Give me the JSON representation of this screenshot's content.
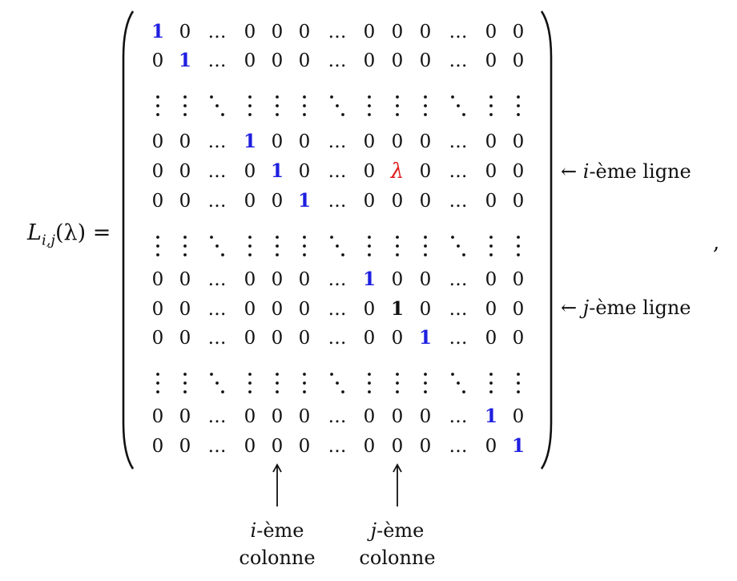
{
  "lhs": {
    "symbol": "L",
    "subscript": "i,j",
    "argument": "(λ)",
    "equals": "="
  },
  "matrix": {
    "rows": [
      [
        "1",
        "0",
        "…",
        "0",
        "0",
        "0",
        "…",
        "0",
        "0",
        "0",
        "…",
        "0",
        "0"
      ],
      [
        "0",
        "1",
        "…",
        "0",
        "0",
        "0",
        "…",
        "0",
        "0",
        "0",
        "…",
        "0",
        "0"
      ],
      [
        ":",
        ":",
        "⋱",
        ":",
        ":",
        ":",
        "⋱",
        ":",
        ":",
        ":",
        "⋱",
        ":",
        ":"
      ],
      [
        "0",
        "0",
        "…",
        "1",
        "0",
        "0",
        "…",
        "0",
        "0",
        "0",
        "…",
        "0",
        "0"
      ],
      [
        "0",
        "0",
        "…",
        "0",
        "1",
        "0",
        "…",
        "0",
        "λ",
        "0",
        "…",
        "0",
        "0"
      ],
      [
        "0",
        "0",
        "…",
        "0",
        "0",
        "1",
        "…",
        "0",
        "0",
        "0",
        "…",
        "0",
        "0"
      ],
      [
        ":",
        ":",
        "⋱",
        ":",
        ":",
        ":",
        "⋱",
        ":",
        ":",
        ":",
        "⋱",
        ":",
        ":"
      ],
      [
        "0",
        "0",
        "…",
        "0",
        "0",
        "0",
        "…",
        "1",
        "0",
        "0",
        "…",
        "0",
        "0"
      ],
      [
        "0",
        "0",
        "…",
        "0",
        "0",
        "0",
        "…",
        "0",
        "1",
        "0",
        "…",
        "0",
        "0"
      ],
      [
        "0",
        "0",
        "…",
        "0",
        "0",
        "0",
        "…",
        "0",
        "0",
        "1",
        "…",
        "0",
        "0"
      ],
      [
        ":",
        ":",
        "⋱",
        ":",
        ":",
        ":",
        "⋱",
        ":",
        ":",
        ":",
        "⋱",
        ":",
        ":"
      ],
      [
        "0",
        "0",
        "…",
        "0",
        "0",
        "0",
        "…",
        "0",
        "0",
        "0",
        "…",
        "1",
        "0"
      ],
      [
        "0",
        "0",
        "…",
        "0",
        "0",
        "0",
        "…",
        "0",
        "0",
        "0",
        "…",
        "0",
        "1"
      ]
    ],
    "blue_cells": [
      [
        0,
        0
      ],
      [
        1,
        1
      ],
      [
        3,
        3
      ],
      [
        4,
        4
      ],
      [
        5,
        5
      ],
      [
        7,
        7
      ],
      [
        9,
        9
      ],
      [
        11,
        11
      ],
      [
        12,
        12
      ]
    ],
    "black_bold_cells": [
      [
        8,
        8
      ]
    ],
    "red_cells": [
      [
        4,
        8
      ]
    ],
    "colors": {
      "diagonal": "#1f1fe0",
      "lambda": "#e01a1a",
      "text": "#111111"
    }
  },
  "row_labels": {
    "i": {
      "var": "i",
      "text": "-ème ligne",
      "arrow": "←"
    },
    "j": {
      "var": "j",
      "text": "-ème ligne",
      "arrow": "←"
    }
  },
  "col_labels": {
    "i": {
      "var": "i",
      "line1": "-ème",
      "line2": "colonne"
    },
    "j": {
      "var": "j",
      "line1": "-ème",
      "line2": "colonne"
    }
  },
  "trailing": ","
}
